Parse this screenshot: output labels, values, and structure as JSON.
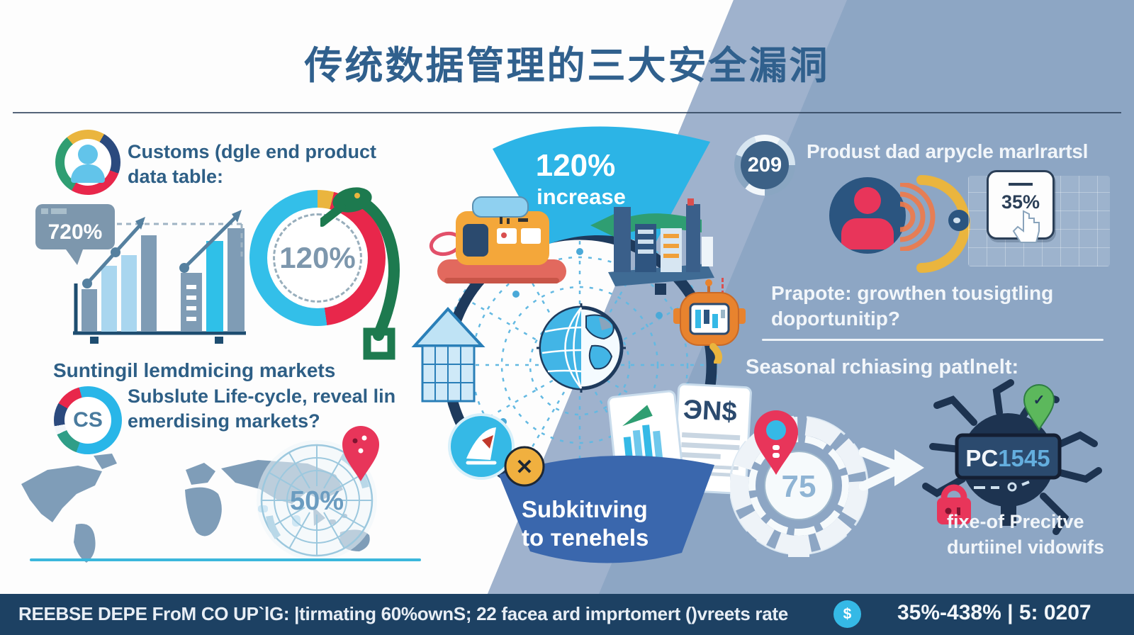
{
  "title": "传统数据管理的三大安全漏洞",
  "sections": {
    "customs": {
      "heading": "Customs (dgle end product data table:",
      "bubble": "720%",
      "gauge": "120%"
    },
    "markets": {
      "heading": "Suntingil lemdmicing markets",
      "icon": "CS",
      "body": "Subslute Life-cycle, reveal lin emerdising markets?",
      "value": "50%"
    },
    "flow": {
      "fan_value": "120%",
      "fan_label": "increase",
      "doc_label": "ЭN$",
      "banner_line1": "Subkitıving",
      "banner_line2": "to тenehels"
    },
    "product": {
      "badge": "209",
      "heading": "Produst dad arpycle marlrartsl",
      "stat": "35%",
      "body": "Prapote: growthen tousigtling doportunitip?"
    },
    "seasonal": {
      "heading": "Seasonal rchiasing patlnelt:",
      "wheel": "75",
      "device_prefix": "PC",
      "device_number": "1545",
      "caption_line1": "fixe-of Precitve",
      "caption_line2": "durtiinel vidowifs"
    }
  },
  "footer": {
    "left": "REEBSE DEPE FroM CO UP`lG: |tirmating 60%ownS; 22 facea ard imprtomert ()vreets rate",
    "right": "35%-438% | 5: 0207"
  },
  "icons": {
    "close": "✕",
    "check": "✓",
    "currency": "$"
  },
  "colors": {
    "accent_cyan": "#2cb4e6",
    "crimson": "#e8355a",
    "navy": "#1e3a5c",
    "slate_bg": "#8da6c4",
    "footer_bg": "#1d4163",
    "yellow": "#eeb13f",
    "green": "#2f9e72",
    "orange": "#f07a36",
    "heading_blue": "#2e5f86"
  }
}
